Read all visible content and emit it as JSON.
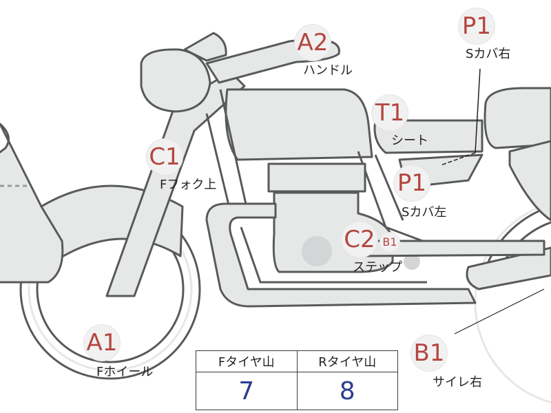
{
  "colors": {
    "badge_text": "#b5463f",
    "badge_bg": "#f1f1f2",
    "bike_fill": "#e6e7e7",
    "bike_outline": "#58595b",
    "value_text": "#2a3d8f"
  },
  "callouts": {
    "A2": {
      "code": "A2",
      "label": "ハンドル"
    },
    "P1_right": {
      "code": "P1",
      "label": "Sカバ右"
    },
    "T1": {
      "code": "T1",
      "label": "シート"
    },
    "C1": {
      "code": "C1",
      "label": "Fフォク上"
    },
    "P1_left": {
      "code": "P1",
      "label": "Sカバ左"
    },
    "C2": {
      "code": "C2",
      "label": "ステップ"
    },
    "C2_sub": {
      "code": "B1"
    },
    "A1": {
      "code": "A1",
      "label": "Fホイール"
    },
    "B1": {
      "code": "B1",
      "label": "サイレ右"
    }
  },
  "tread_table": {
    "headers": [
      "Fタイヤ山",
      "Rタイヤ山"
    ],
    "values": [
      "7",
      "8"
    ]
  }
}
